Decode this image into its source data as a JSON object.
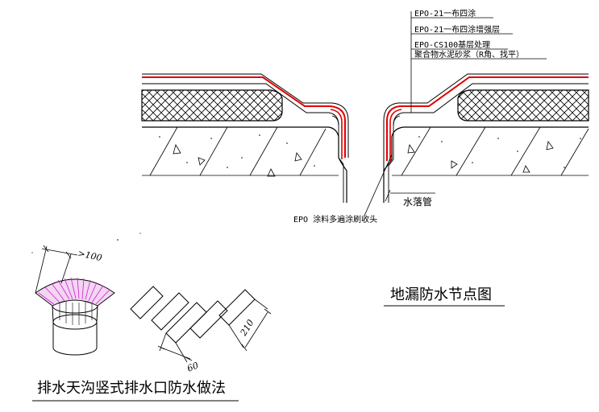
{
  "annotations": {
    "layer_1": "EPO-21一布四涂",
    "layer_2": "EPO-21一布四涂增强层",
    "layer_3": "EPO-CS100基层处理",
    "layer_4": "聚合物水泥砂浆（R角、找平）",
    "downpipe": "水落管",
    "coating_note": "EPO 涂料多遍涂刷收头"
  },
  "titles": {
    "floor_drain": "地漏防水节点图",
    "gutter_outlet": "排水天沟竖式排水口防水做法"
  },
  "dimensions": {
    "overlap": ">100",
    "strip_width": "60",
    "strip_length": "210"
  },
  "colors": {
    "membrane": "#e00000",
    "reinforcement": "#d020d0",
    "line": "#000000"
  }
}
